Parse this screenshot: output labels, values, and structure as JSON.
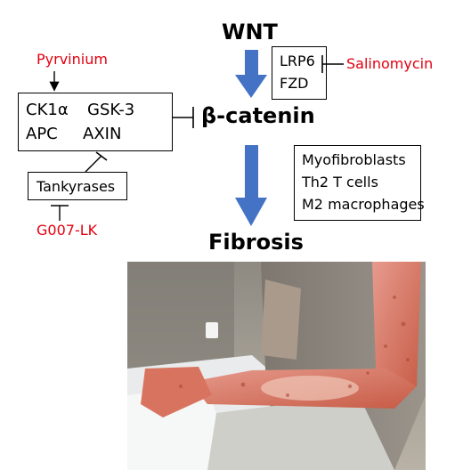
{
  "title_top": "WNT",
  "title_mid": "β-catenin",
  "title_bottom": "Fibrosis",
  "receptor_box": {
    "lines": [
      "LRP6",
      "FZD"
    ]
  },
  "complex_box": {
    "row1": [
      "CK1α",
      "GSK-3"
    ],
    "row2": [
      "APC",
      "AXIN"
    ]
  },
  "tankyrase_box": {
    "label": "Tankyrases"
  },
  "effects_box": {
    "lines": [
      "Myofibroblasts",
      "Th2 T cells",
      "M2 macrophages"
    ]
  },
  "inhibitors": {
    "pyrvinium": "Pyrvinium",
    "salinomycin": "Salinomycin",
    "g007": "G007-LK"
  },
  "colors": {
    "inhibitor": "#e3000f",
    "arrow": "#4472c4",
    "line": "#000000"
  }
}
